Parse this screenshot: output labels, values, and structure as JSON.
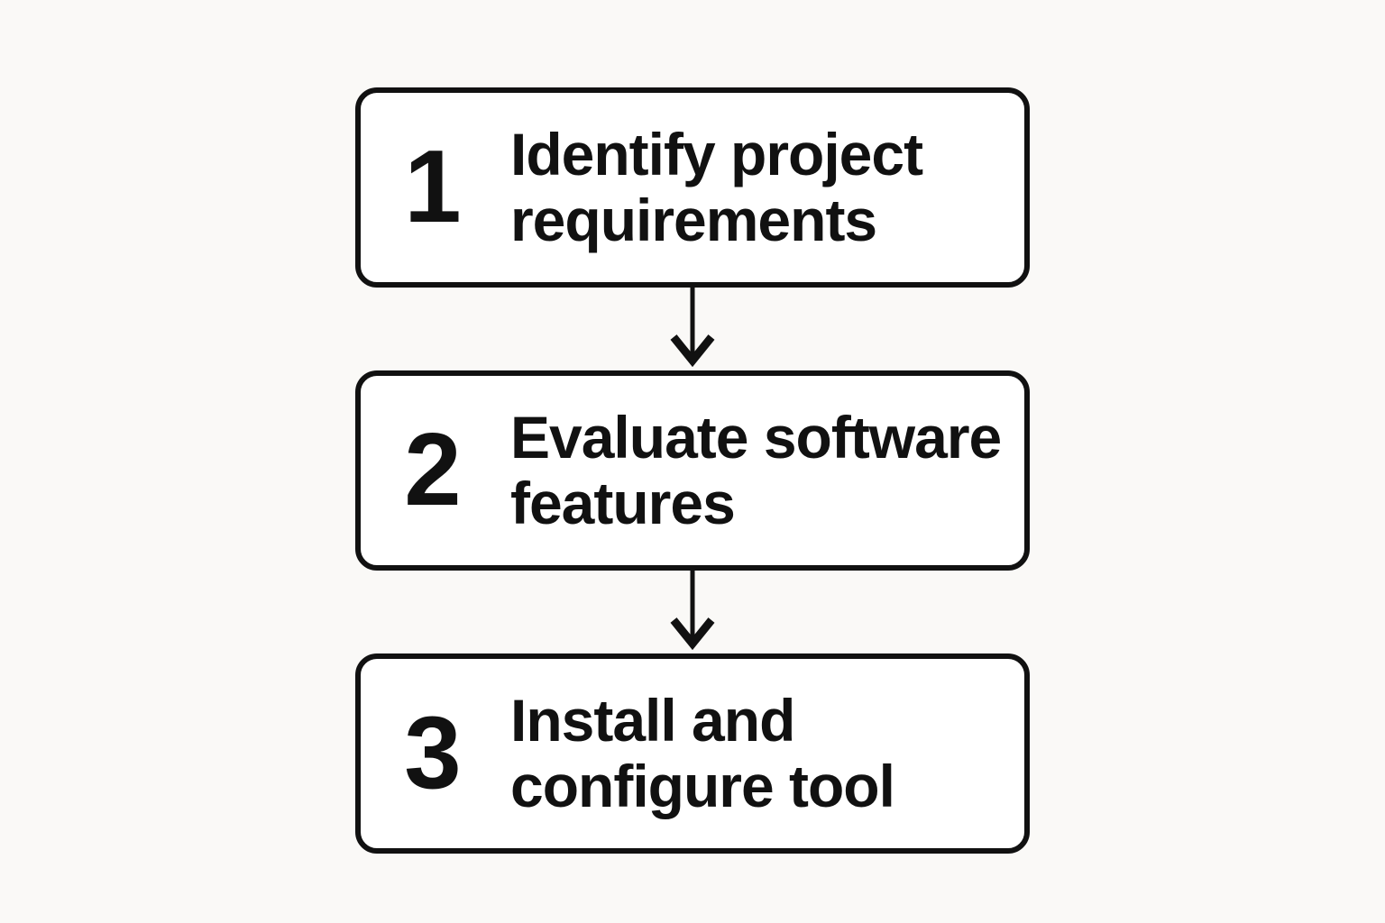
{
  "diagram": {
    "type": "flowchart",
    "direction": "top-down",
    "colors": {
      "background": "#FAF9F7",
      "box_fill": "#FFFFFF",
      "stroke": "#111111",
      "text": "#111111"
    },
    "steps": [
      {
        "number": "1",
        "lines": [
          "Identify project",
          "requirements"
        ]
      },
      {
        "number": "2",
        "lines": [
          "Evaluate software",
          "features"
        ]
      },
      {
        "number": "3",
        "lines": [
          "Install and",
          "configure tool"
        ]
      }
    ],
    "connectors": [
      {
        "icon": "down-arrow",
        "from": "1",
        "to": "2"
      },
      {
        "icon": "down-arrow",
        "from": "2",
        "to": "3"
      }
    ]
  }
}
